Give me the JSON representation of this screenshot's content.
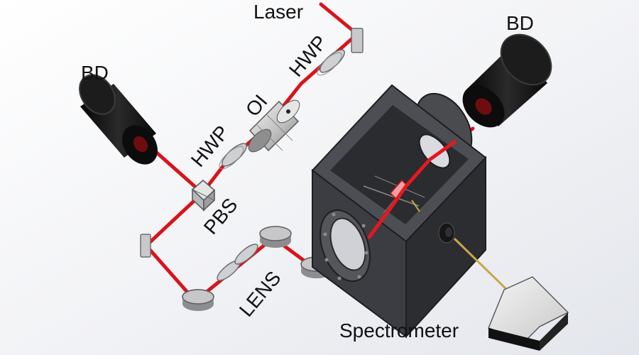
{
  "labels": {
    "laser": "Laser",
    "bd_left": "BD",
    "bd_right": "BD",
    "hwp_top": "HWP",
    "oi": "OI",
    "hwp_mid": "HWP",
    "pbs": "PBS",
    "lens": "LENS",
    "spectrometer": "Spectrometer"
  },
  "colors": {
    "beam": "#d8141b",
    "background_left": "#ffffff",
    "background_right": "#e6e8ee",
    "chamber": "#3a3b3f",
    "detector": "#111111",
    "optic": "#c8c8ca",
    "fiber": "#c8a64a"
  }
}
